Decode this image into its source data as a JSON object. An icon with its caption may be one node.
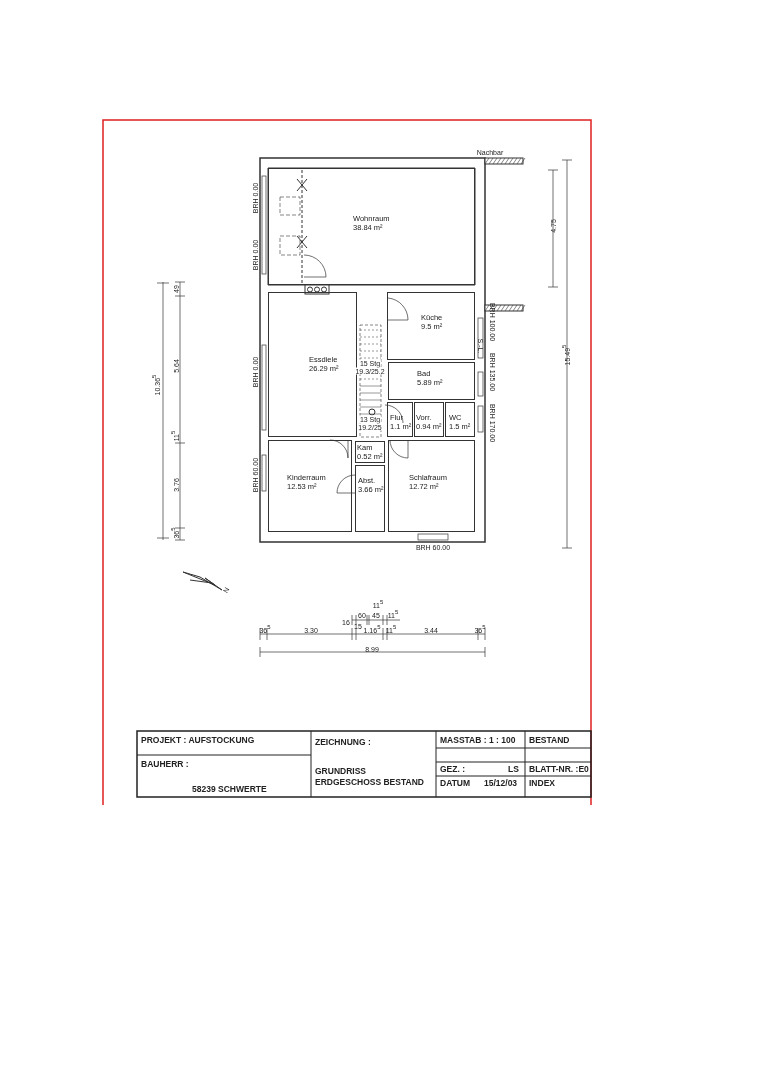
{
  "diagram": {
    "nodes": [
      {
        "text": [
          "Wohnraum",
          "38.84 m²"
        ]
      },
      {
        "text": [
          "Küche",
          "9.5 m²"
        ]
      },
      {
        "text": [
          "Essdiele",
          "26.29 m²"
        ]
      },
      {
        "text": [
          "Bad",
          "5.89 m²"
        ]
      },
      {
        "text": [
          "Flur",
          "1.1 m²"
        ]
      },
      {
        "text": [
          "Vorr.",
          "0.94 m²"
        ]
      },
      {
        "text": [
          "WC",
          "1.5 m²"
        ]
      },
      {
        "text": [
          "Kam",
          "0.52 m²"
        ]
      },
      {
        "text": [
          "Kinderraum",
          "12.53 m²"
        ]
      },
      {
        "text": [
          "Abst.",
          "3.66 m²"
        ]
      },
      {
        "text": [
          "Schlafraum",
          "12.72 m²"
        ]
      }
    ],
    "labels": [
      "Nachbar",
      "BRH 0.00",
      "BRH 0.00",
      "4.75",
      "BRH 100.00",
      "S.-L.",
      "15 Stg",
      "19.3/25.2",
      "BRH 0.00",
      "15.49$^{5}$",
      "BRH 135.00",
      "10.36$^{5}$",
      "49",
      "5.64",
      "13 Stg",
      "19.2/25",
      "BRH 170.00",
      "11$^{5}$",
      "3.76",
      "BRH 60.00",
      "36$^{5}$",
      "BRH 60.00",
      "N",
      "11$^{5}$",
      "16",
      "60",
      "45",
      "11$^{5}$",
      "36$^{5}$",
      "3.30",
      "15",
      "1.16$^{5}$",
      "11$^{5}$",
      "3.44",
      "36$^{5}$",
      "8.99",
      "PROJEKT : AUFSTOCKUNG",
      "ZEICHNUNG :",
      "MASSTAB : 1 : 100",
      "BESTAND",
      "BAUHERR :",
      "GRUNDRISS ERDGESCHOSS BESTAND",
      "GEZ. :",
      "LS",
      "BLATT-NR. :E0",
      "DATUM",
      "15/12/03",
      "INDEX",
      "58239 SCHWERTE"
    ]
  }
}
